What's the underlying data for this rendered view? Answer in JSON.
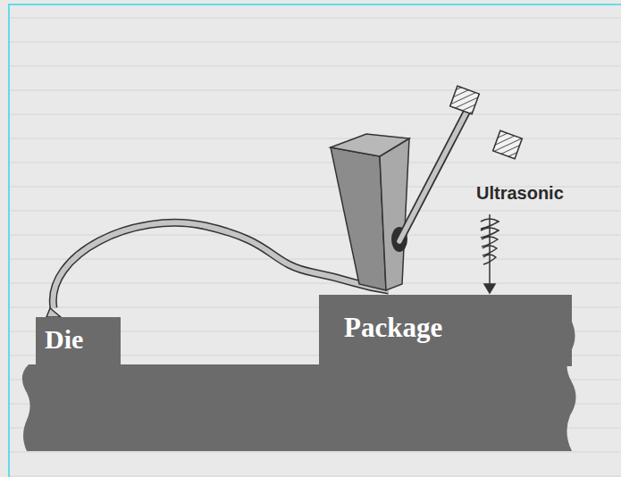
{
  "diagram": {
    "nodes": [
      {
        "text": [
          "Die"
        ]
      },
      {
        "text": [
          "Package"
        ]
      }
    ],
    "edges": [
      {
        "from": 0,
        "to": 1,
        "arrow": "none"
      }
    ],
    "labels": [
      "Ultrasonic"
    ]
  }
}
